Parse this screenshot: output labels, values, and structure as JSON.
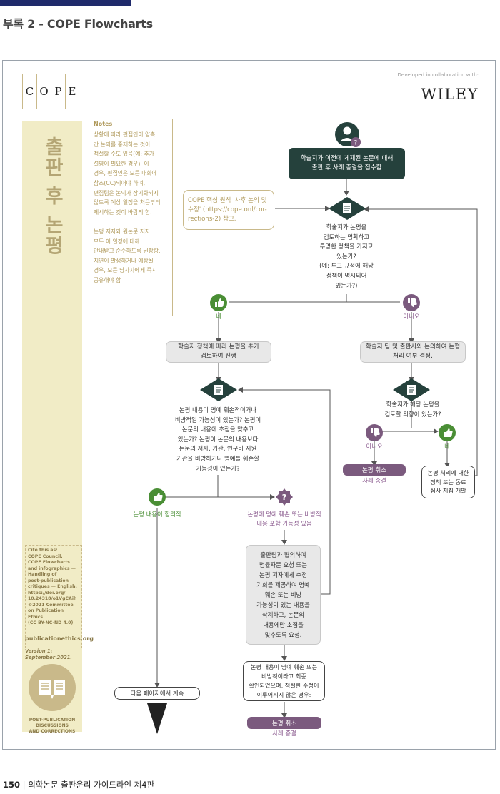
{
  "header": {
    "appendix_title": "부록 2 - COPE Flowcharts"
  },
  "brand": {
    "cope_letters": [
      "C",
      "O",
      "P",
      "E"
    ],
    "collab_label": "Developed in collaboration with:",
    "partner": "WILEY"
  },
  "sidebar": {
    "title": "출판 후 논평",
    "cite": "Cite this as:\nCOPE Council.\nCOPE Flowcharts\nand infographics —\nHandling of\npost-publication\ncritiques — English.\nhttps://doi.org/\n10.24318/o1VgCAih\n©2021 Committee\non Publication Ethics\n(CC BY-NC-ND 4.0)",
    "site": "publicationethics.org",
    "version": "Version 1:\nSeptember 2021.",
    "badge_label": "POST-PUBLICATION DISCUSSIONS\nAND CORRECTIONS"
  },
  "notes": {
    "title": "Notes",
    "text": "상황에 따라 편집인이 양측\n간 논의를 중재하는 것이\n적절할 수도 있음(예: 추가\n설명이 필요한 경우). 이\n경우, 편집인은 모든 대화에\n참조(CC)되어야 하며,\n편집팀은 논의가 장기화되지\n않도록 예상 일정을 처음부터\n제시하는 것이 바람직 함.\n\n논평 저자와 원논문 저자\n모두 이 일정에 대해\n안내받고 준수하도록 권장함.\n지연이 발생하거나 예상될\n경우, 모든 당사자에게 즉시\n공유해야 함"
  },
  "flow": {
    "start": "학술지가 이전에 게재된 논문에 대해\n출판 후 사례 종결을 접수함",
    "reference": "COPE 핵심 원칙 '사후 논의 및\n수정' (https://cope.onl/cor-\nrections-2) 참고.",
    "q1": "학술지가 논평을\n검토하는 명확하고\n투명한 정책을 가지고\n있는가?\n(예: 투고 규정에 해당\n정책이 명시되어\n있는가?)",
    "yes": "네",
    "no": "아니오",
    "yes_action": "학술지 정책에 따라 논평을 추가\n검토하여 진행",
    "no_action": "학술지 팀 및 출판사와 논의하여 논평\n처리 여부 결정.",
    "q2": "논평 내용이 명예 훼손적이거나\n비방적일 가능성이 있는가?  논평이\n논문의 내용에 초점을 맞추고\n있는가? 논평이 논문의 내용보다\n논문의 저자, 기관, 연구비 지원\n기관을 비방하거나 명예를 훼손할\n가능성이 있는가?",
    "q3": "학술지가 해당 논평을\n검토할 의향이 있는가?",
    "q3_no": "아니오",
    "q3_yes": "네",
    "reject1": "논평 취소",
    "reject1_sub": "사례 종결",
    "develop_policy": "논평 처리에 대한\n정책 또는 동료\n심사 지침 개발",
    "reasonable": "논평 내용이 합리적",
    "defamatory": "논평에 명예 훼손 또는 비방적\n내용 포함 가능성 있음",
    "legal": "출판팀과 협의하여\n법률자문 요청 또는\n논평 저자에게 수정\n기회를 제공하여 명예\n훼손 또는 비방\n가능성이 있는 내용을\n삭제하고, 논문의\n내용에만 초점을\n맞추도록 요청.",
    "confirmed": "논평 내용이 명예 훼손 또는\n비방적이라고 최종\n확인되었으며, 적절한 수정이\n이루어지지 않은 경우:",
    "reject2": "논평 취소",
    "reject2_sub": "사례 종결",
    "continue": "다음 페이지에서 계속"
  },
  "footer": {
    "page": "150",
    "book": "의학논문 출판윤리 가이드라인 제4판"
  },
  "colors": {
    "dark": "#25413c",
    "purple": "#7b5a7e",
    "green": "#4a8e35",
    "gold": "#b09a5c"
  }
}
